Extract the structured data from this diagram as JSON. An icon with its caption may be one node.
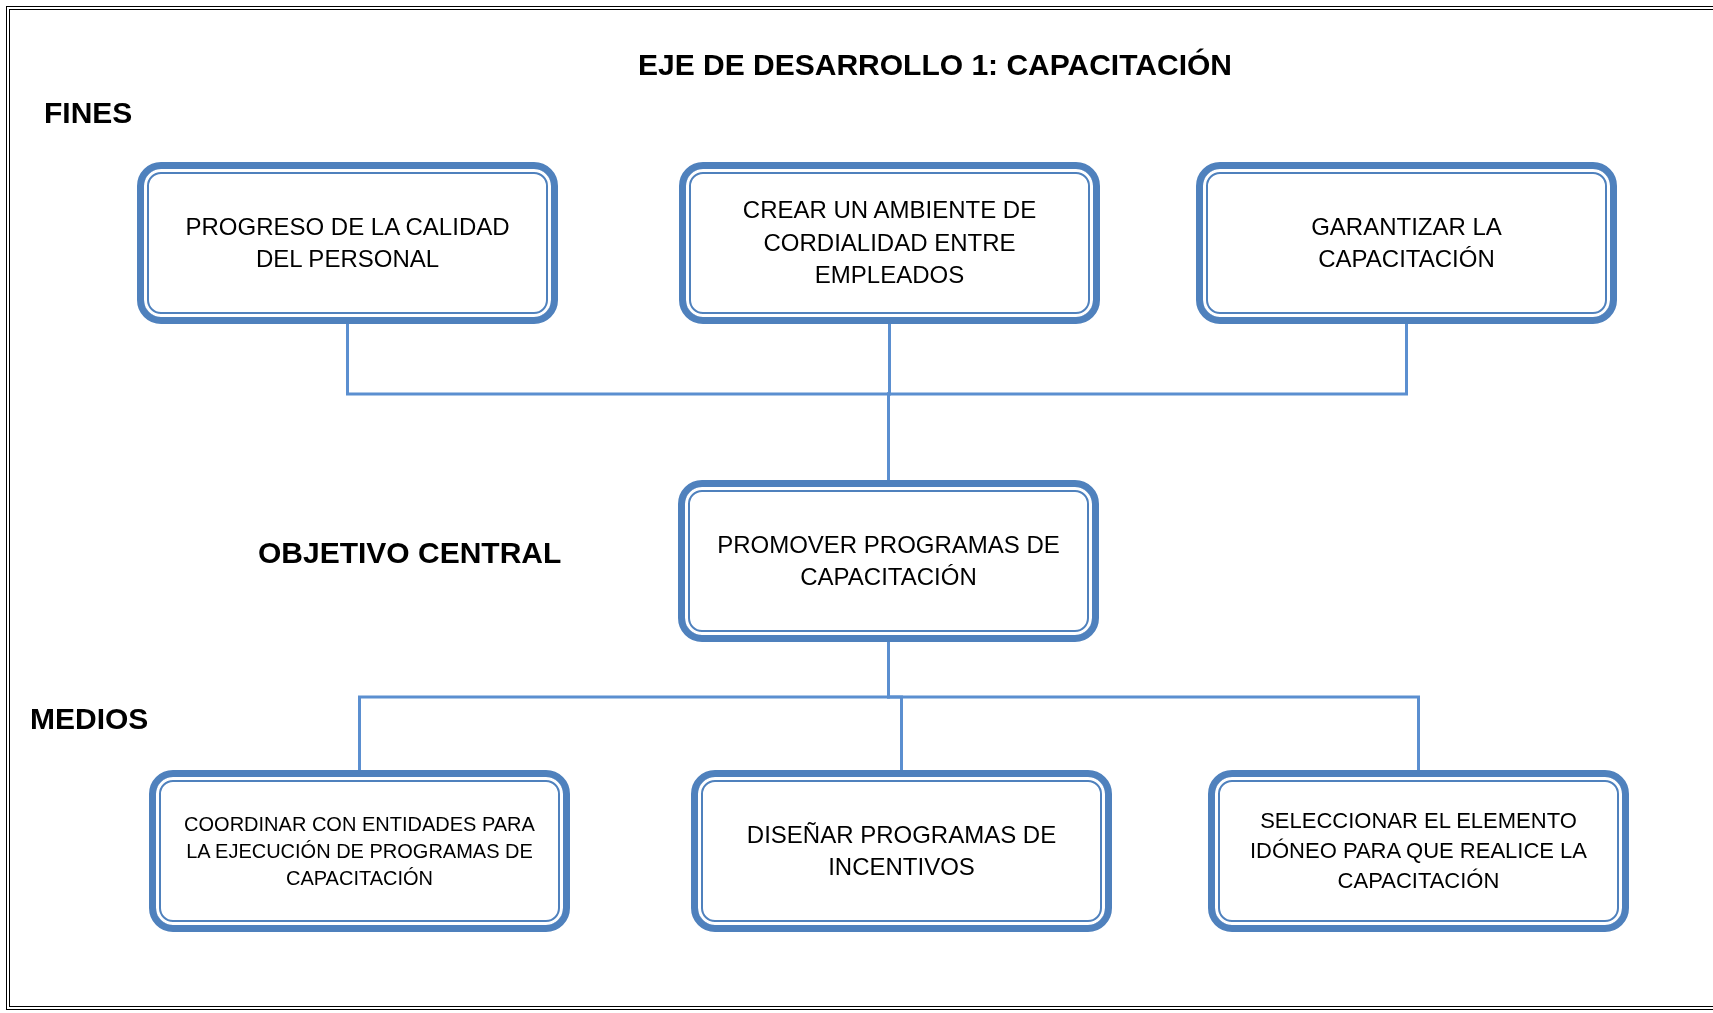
{
  "diagram": {
    "title": "EJE DE DESARROLLO 1: CAPACITACIÓN",
    "nodes": [
      {
        "text": [
          "PROGRESO DE LA CALIDAD DEL PERSONAL"
        ]
      },
      {
        "text": [
          "CREAR UN AMBIENTE DE CORDIALIDAD ENTRE EMPLEADOS"
        ]
      },
      {
        "text": [
          "GARANTIZAR LA CAPACITACIÓN"
        ]
      },
      {
        "text": [
          "PROMOVER PROGRAMAS DE CAPACITACIÓN"
        ]
      },
      {
        "text": [
          "COORDINAR CON ENTIDADES PARA LA EJECUCIÓN DE PROGRAMAS DE CAPACITACIÓN"
        ]
      },
      {
        "text": [
          "DISEÑAR PROGRAMAS DE INCENTIVOS"
        ]
      },
      {
        "text": [
          "SELECCIONAR EL ELEMENTO IDÓNEO PARA QUE REALICE LA CAPACITACIÓN"
        ]
      }
    ],
    "edges": [
      {
        "from": 0,
        "to": 3,
        "arrow": "none"
      },
      {
        "from": 1,
        "to": 3,
        "arrow": "none"
      },
      {
        "from": 2,
        "to": 3,
        "arrow": "none"
      },
      {
        "from": 3,
        "to": 4,
        "arrow": "none"
      },
      {
        "from": 3,
        "to": 5,
        "arrow": "none"
      },
      {
        "from": 3,
        "to": 6,
        "arrow": "none"
      }
    ],
    "labels": [
      "FINES",
      "OBJETIVO CENTRAL",
      "MEDIOS"
    ]
  }
}
